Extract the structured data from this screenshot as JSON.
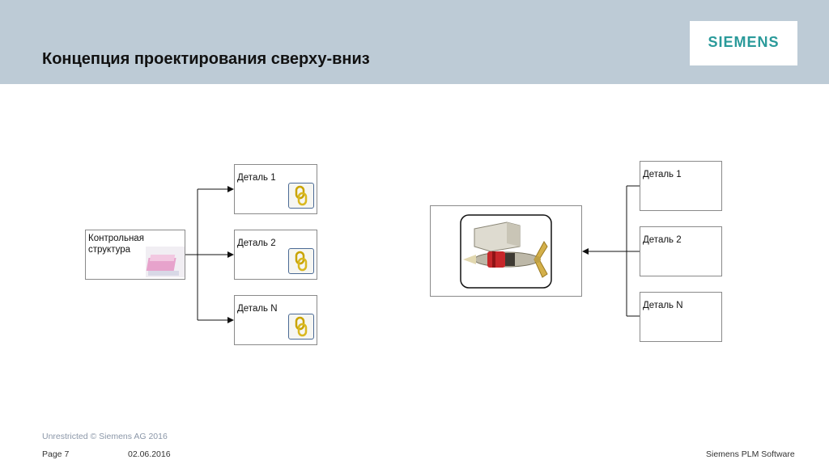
{
  "slide": {
    "title": "Концепция проектирования сверху-вниз",
    "logo": "SIEMENS",
    "colors": {
      "header_bg": "#bdcbd6",
      "logo": "#2a9a9a",
      "link_icon": "#c9a400"
    }
  },
  "left_diagram": {
    "control_structure_label": "Контрольная\nструктура",
    "parts": [
      {
        "label": "Деталь 1",
        "icon": "link-chain-icon"
      },
      {
        "label": "Деталь 2",
        "icon": "link-chain-icon"
      },
      {
        "label": "Деталь N",
        "icon": "link-chain-icon"
      }
    ]
  },
  "right_diagram": {
    "assembly_image": "propulsion-unit-image",
    "parts": [
      {
        "label": "Деталь 1"
      },
      {
        "label": "Деталь 2"
      },
      {
        "label": "Деталь N"
      }
    ]
  },
  "footer": {
    "classification": "Unrestricted © Siemens AG 2016",
    "page": "Page 7",
    "date": "02.06.2016",
    "company": "Siemens PLM Software"
  }
}
